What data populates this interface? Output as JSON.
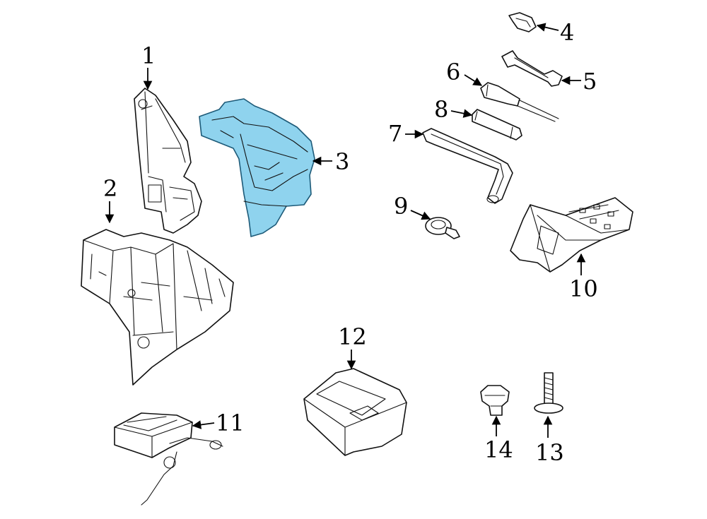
{
  "callouts": [
    {
      "id": "1",
      "label": "1"
    },
    {
      "id": "2",
      "label": "2"
    },
    {
      "id": "3",
      "label": "3"
    },
    {
      "id": "4",
      "label": "4"
    },
    {
      "id": "5",
      "label": "5"
    },
    {
      "id": "6",
      "label": "6"
    },
    {
      "id": "7",
      "label": "7"
    },
    {
      "id": "8",
      "label": "8"
    },
    {
      "id": "9",
      "label": "9"
    },
    {
      "id": "10",
      "label": "10"
    },
    {
      "id": "11",
      "label": "11"
    },
    {
      "id": "12",
      "label": "12"
    },
    {
      "id": "13",
      "label": "13"
    },
    {
      "id": "14",
      "label": "14"
    }
  ],
  "colors": {
    "highlight_fill": "#8fd3ee",
    "highlight_stroke": "#1d5a78",
    "line": "#111111",
    "background": "#ffffff"
  },
  "highlighted_part": "3"
}
